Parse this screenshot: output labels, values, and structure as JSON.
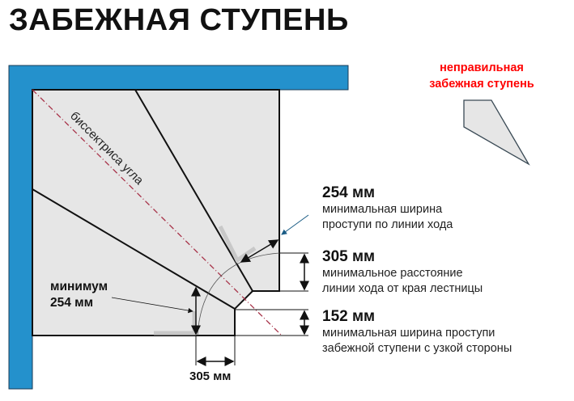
{
  "title": "ЗАБЕЖНАЯ СТУПЕНЬ",
  "wrong_step": {
    "line1": "неправильная",
    "line2": "забежная ступень"
  },
  "bisector_label": "биссектриса угла",
  "min_label": {
    "line1": "минимум",
    "line2": "254 мм"
  },
  "bottom_dim": "305 мм",
  "annotations": [
    {
      "value": "254 мм",
      "line1": "минимальная ширина",
      "line2": "проступи по линии хода"
    },
    {
      "value": "305 мм",
      "line1": "минимальное расстояние",
      "line2": "линии хода от края лестницы"
    },
    {
      "value": "152 мм",
      "line1": "минимальная ширина проступи",
      "line2": "забежной ступени с узкой стороны"
    }
  ],
  "colors": {
    "wall": "#2491cc",
    "step": "#e6e6e6",
    "bisector": "#a8344a",
    "warning": "#ff0000"
  }
}
